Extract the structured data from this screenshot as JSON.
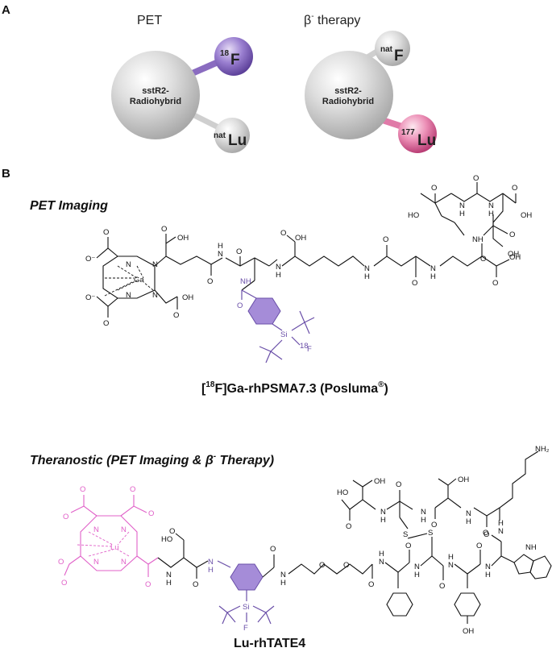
{
  "panel_a": {
    "label": "A",
    "left_header": "PET",
    "right_header_beta": "β",
    "right_header_sup": "-",
    "right_header_rest": " therapy",
    "left_sphere": {
      "line1": "sstR2-",
      "line2": "Radiohybrid"
    },
    "right_sphere": {
      "line1": "sstR2-",
      "line2": "Radiohybrid"
    },
    "left_top_isotope": {
      "mass": "18",
      "symbol": "F"
    },
    "left_bottom_isotope": {
      "mass": "nat",
      "symbol": "Lu"
    },
    "right_top_isotope": {
      "mass": "nat",
      "symbol": "F"
    },
    "right_bottom_isotope": {
      "mass": "177",
      "symbol": "Lu"
    },
    "colors": {
      "sphere": "#d2d2d2",
      "fluorine_radio": "#8a6cc0",
      "lutetium_radio": "#e07aa8",
      "inert": "#d8d8d8"
    }
  },
  "panel_b": {
    "label": "B",
    "section1": "PET Imaging",
    "compound1_open": "[",
    "compound1_sup": "18",
    "compound1_mid": "F]Ga-rhPSMA7.3 (Posluma",
    "compound1_reg": "®",
    "compound1_close": ")",
    "section2_prefix": "Theranostic (PET Imaging & ",
    "section2_beta": "β",
    "section2_sup": "-",
    "section2_suffix": " Therapy)",
    "compound2": "Lu-rhTATE4",
    "atoms1": {
      "o": "O",
      "oh": "OH",
      "ho": "HO",
      "n": "N",
      "nh": "NH",
      "h": "H",
      "ga": "Ga",
      "si": "Si",
      "f18_mass": "18",
      "f18_symbol": "F",
      "om": "O⁻"
    },
    "atoms2": {
      "o": "O",
      "oh": "OH",
      "ho": "HO",
      "n": "N",
      "h": "H",
      "lu": "Lu",
      "si": "Si",
      "f": "F",
      "s": "S",
      "nh2": "NH₂",
      "nh": "NH"
    },
    "colors": {
      "silicon_group": "#6a4fa8",
      "chelator_lu": "#e060c8"
    }
  }
}
